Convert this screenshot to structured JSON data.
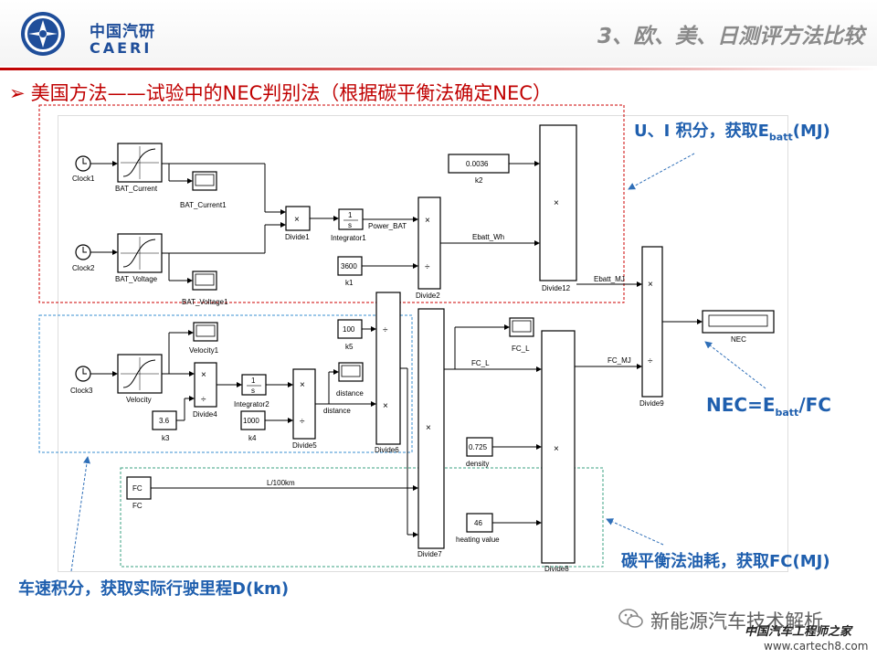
{
  "header": {
    "logo_cn": "中国汽研",
    "logo_en": "CAERI",
    "section_title": "3、欧、美、日测评方法比较"
  },
  "subtitle": "美国方法——试验中的NEC判别法（根据碳平衡法确定NEC）",
  "annotations": {
    "ebatt_prefix": "U、I 积分，获取E",
    "ebatt_sub": "batt",
    "ebatt_suffix": "(MJ)",
    "nec_prefix": "NEC=E",
    "nec_sub": "batt",
    "nec_suffix": "/FC",
    "fuel": "碳平衡法油耗，获取FC(MJ)",
    "distance": "车速积分，获取实际行驶里程D(km)"
  },
  "watermark": {
    "wechat_text": "新能源汽车技术解析",
    "brand_text": "中国汽车工程师之家",
    "url": "www.cartech8.com"
  },
  "diagram": {
    "blocks": {
      "clock1": "Clock1",
      "clock2": "Clock2",
      "clock3": "Clock3",
      "bat_current": "BAT_Current",
      "bat_current1": "BAT_Current1",
      "bat_voltage": "BAT_Voltage",
      "bat_voltage1": "BAT_Voltage1",
      "divide1": "Divide1",
      "integrator1": "Integrator1",
      "k1": "k1",
      "k1_value": "3600",
      "divide2": "Divide2",
      "k2": "k2",
      "k2_value": "0.0036",
      "divide12": "Divide12",
      "divide9": "Divide9",
      "nec": "NEC",
      "velocity": "Velocity",
      "velocity1": "Velocity1",
      "divide4": "Divide4",
      "k3": "k3",
      "k3_value": "3.6",
      "integrator2": "Integrator2",
      "k4": "k4",
      "k4_value": "1000",
      "divide5": "Divide5",
      "distance_scope": "distance",
      "k5": "k5",
      "k5_value": "100",
      "divide6": "Divide6",
      "divide7": "Divide7",
      "fc_l": "FC_L",
      "divide8": "Divide8",
      "density": "density",
      "density_value": "0.725",
      "heating_value": "heating value",
      "heating_value_value": "46",
      "fc_in": "FC",
      "fc_in_value": "FC"
    },
    "signals": {
      "power_bat": "Power_BAT",
      "ebatt_wh": "Ebatt_Wh",
      "ebatt_mj": "Ebatt_MJ",
      "distance": "distance",
      "fc_l": "FC_L",
      "fc_mj": "FC_MJ",
      "l_100km": "L/100km"
    },
    "integrator_symbol_num": "1",
    "integrator_symbol_den": "s",
    "mult_symbol": "×",
    "div_symbol": "÷"
  },
  "colors": {
    "accent_red": "#c00000",
    "annotation_blue": "#1f5fae",
    "logo_blue": "#1f4e9a",
    "box_red_dash": "#cc0000",
    "box_blue_dash": "#3a8fd0",
    "box_green_dash": "#3aa080"
  }
}
